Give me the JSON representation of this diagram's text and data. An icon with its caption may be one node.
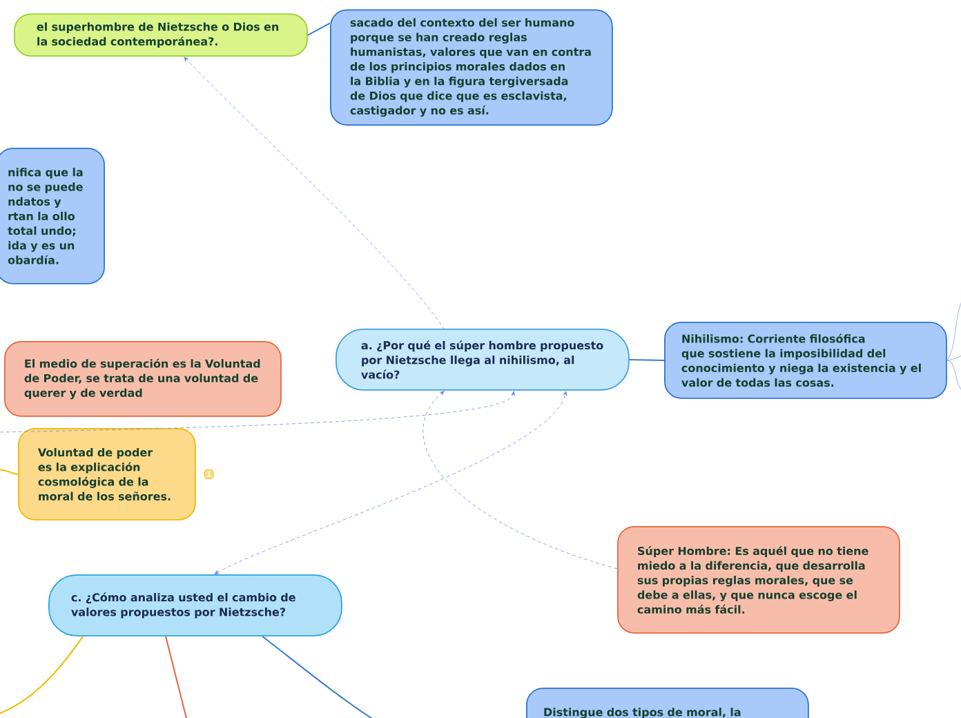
{
  "diagram": {
    "nodes": [
      {
        "text": [
          "el superhombre de Nietzsche o Dios en la sociedad contemporánea?."
        ]
      },
      {
        "text": [
          "sacado del contexto del ser humano porque se han creado reglas humanistas, valores que van en contra de los principios morales dados en la Biblia y en la figura tergiversada de Dios que dice que es esclavista, castigador y no es así."
        ]
      },
      {
        "text": [
          "nifica que la no se puede ndatos y rtan la ollo total undo; ida y es un obardía."
        ]
      },
      {
        "text": [
          "El medio de superación es la Voluntad de Poder, se trata de una voluntad de querer y de verdad"
        ]
      },
      {
        "text": [
          "a. ¿Por qué el súper hombre propuesto por Nietzsche llega al nihilismo, al vacío?"
        ]
      },
      {
        "text": [
          "Nihilismo: Corriente filosófica que sostiene la imposibilidad del conocimiento y niega la existencia y el valor de todas las cosas."
        ]
      },
      {
        "text": [
          "Voluntad de poder es la explicación cosmológica de la moral de los señores."
        ],
        "beside": [
          "1"
        ]
      },
      {
        "text": [
          "Súper Hombre: Es aquél que no tiene miedo a la diferencia, que desarrolla sus propias reglas morales, que se debe a ellas, y que nunca escoge el camino más fácil."
        ]
      },
      {
        "text": [
          "c. ¿Cómo analiza usted el cambio de valores propuestos por Nietzsche?"
        ]
      },
      {
        "text": [
          "Distingue dos tipos de moral, la"
        ]
      }
    ],
    "edges": [
      {
        "from": 4,
        "to": 0,
        "arrow": "to",
        "style": "dashed",
        "color": "#6f8cf0"
      },
      {
        "from": 0,
        "to": 1,
        "arrow": "none"
      },
      {
        "from": 4,
        "to": 5,
        "arrow": "none"
      },
      {
        "from": null,
        "to": 4,
        "arrow": "to",
        "style": "dashed",
        "color": "#6f8cf0"
      },
      {
        "from": 8,
        "to": 4,
        "arrow": "both",
        "style": "dashed",
        "color": "#6f8cf0"
      },
      {
        "from": 7,
        "to": 4,
        "arrow": "to",
        "style": "dashed",
        "color": "#6f8cf0"
      },
      {
        "from": 5,
        "to": null,
        "arrow": "none",
        "color": "#a9c2f2"
      },
      {
        "from": 5,
        "to": null,
        "arrow": "none",
        "color": "#a9c2f2"
      },
      {
        "from": 5,
        "to": null,
        "arrow": "none",
        "color": "#a9c2f2"
      },
      {
        "from": null,
        "to": 6,
        "arrow": "none",
        "color": "#f5b800"
      },
      {
        "from": 8,
        "to": null,
        "arrow": "none",
        "color": "#f5b800"
      },
      {
        "from": 8,
        "to": null,
        "arrow": "none",
        "color": "#e8643c"
      },
      {
        "from": 8,
        "to": null,
        "arrow": "none"
      }
    ]
  }
}
